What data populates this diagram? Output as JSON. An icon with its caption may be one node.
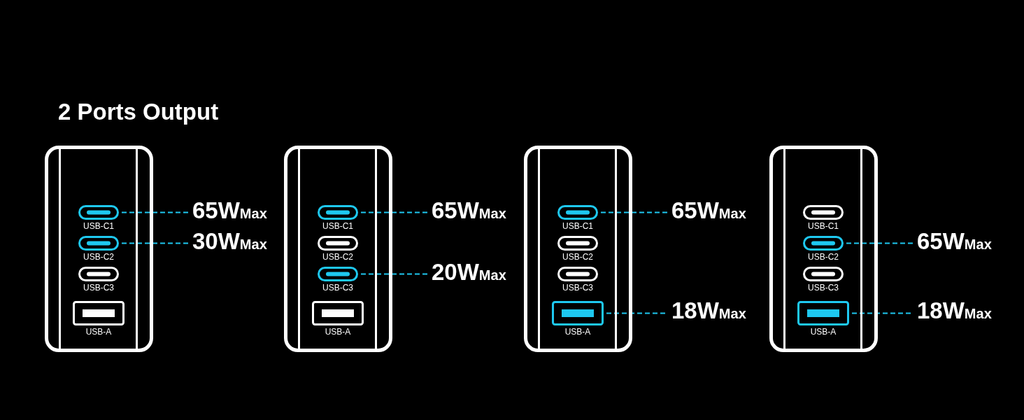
{
  "diagram": {
    "title": "2 Ports Output",
    "nodes": [
      {
        "text": [],
        "shape": "box"
      },
      {
        "text": [
          "USB-C1"
        ],
        "in": 0
      },
      {
        "text": [
          "USB-C2"
        ],
        "in": 0
      },
      {
        "text": [
          "USB-C3"
        ],
        "in": 0
      },
      {
        "text": [
          "USB-A"
        ],
        "in": 0
      },
      {
        "text": [
          "65W$_{Max}$"
        ]
      },
      {
        "text": [
          "30W$_{Max}$"
        ]
      },
      {
        "text": [],
        "shape": "box"
      },
      {
        "text": [
          "USB-C1"
        ],
        "in": 7
      },
      {
        "text": [
          "USB-C2"
        ],
        "in": 7
      },
      {
        "text": [
          "USB-C3"
        ],
        "in": 7
      },
      {
        "text": [
          "USB-A"
        ],
        "in": 7
      },
      {
        "text": [
          "65W$_{Max}$"
        ]
      },
      {
        "text": [
          "20W$_{Max}$"
        ]
      },
      {
        "text": [],
        "shape": "box"
      },
      {
        "text": [
          "USB-C1"
        ],
        "in": 14
      },
      {
        "text": [
          "USB-C2"
        ],
        "in": 14
      },
      {
        "text": [
          "USB-C3"
        ],
        "in": 14
      },
      {
        "text": [
          "USB-A"
        ],
        "in": 14
      },
      {
        "text": [
          "65W$_{Max}$"
        ]
      },
      {
        "text": [
          "18W$_{Max}$"
        ]
      },
      {
        "text": [],
        "shape": "box"
      },
      {
        "text": [
          "USB-C1"
        ],
        "in": 21
      },
      {
        "text": [
          "USB-C2"
        ],
        "in": 21
      },
      {
        "text": [
          "USB-C3"
        ],
        "in": 21
      },
      {
        "text": [
          "USB-A"
        ],
        "in": 21
      },
      {
        "text": [
          "65W$_{Max}$"
        ]
      },
      {
        "text": [
          "18W$_{Max}$"
        ]
      }
    ],
    "edges": [
      {
        "from": 1,
        "to": 5,
        "arrow": "none",
        "style": "dashed"
      },
      {
        "from": 2,
        "to": 6,
        "arrow": "none",
        "style": "dashed"
      },
      {
        "from": 8,
        "to": 12,
        "arrow": "none",
        "style": "dashed"
      },
      {
        "from": 10,
        "to": 13,
        "arrow": "none",
        "style": "dashed"
      },
      {
        "from": 15,
        "to": 19,
        "arrow": "none",
        "style": "dashed"
      },
      {
        "from": 18,
        "to": 20,
        "arrow": "none",
        "style": "dashed"
      },
      {
        "from": 23,
        "to": 26,
        "arrow": "none",
        "style": "dashed"
      },
      {
        "from": 25,
        "to": 27,
        "arrow": "none",
        "style": "dashed"
      }
    ]
  }
}
